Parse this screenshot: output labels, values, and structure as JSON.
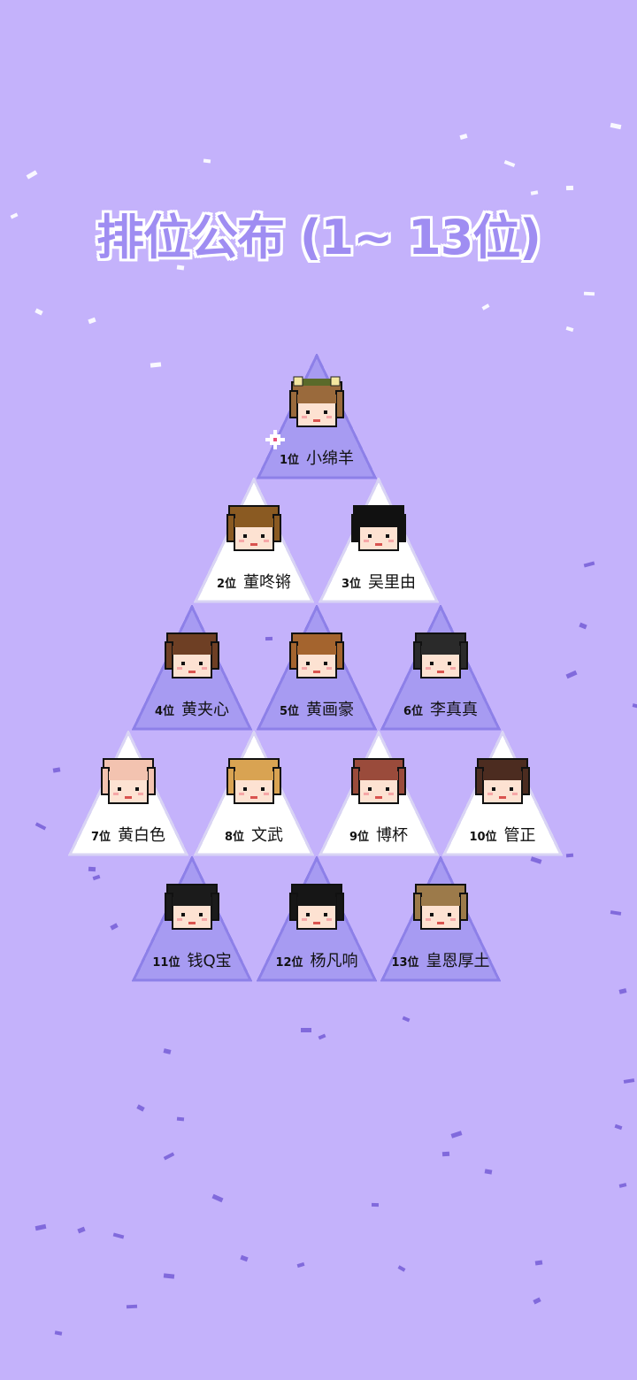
{
  "screen": {
    "title": "排位公布 (1~ 13位)",
    "background_color": "#c4b2fb"
  },
  "rankings": [
    {
      "rank": "1位",
      "name": "小绵羊",
      "tile_style": "purple",
      "hair_color": "#9a6a3c",
      "icon": "sheep-idol-avatar-icon",
      "badge": "star-sparkle-icon"
    },
    {
      "rank": "2位",
      "name": "董咚锵",
      "tile_style": "white",
      "hair_color": "#8a5a22",
      "icon": "idol-avatar-icon"
    },
    {
      "rank": "3位",
      "name": "吴里由",
      "tile_style": "white",
      "hair_color": "#111111",
      "icon": "idol-avatar-icon"
    },
    {
      "rank": "4位",
      "name": "黄夹心",
      "tile_style": "purple",
      "hair_color": "#6e3f24",
      "icon": "idol-avatar-icon"
    },
    {
      "rank": "5位",
      "name": "黄画豪",
      "tile_style": "purple",
      "hair_color": "#a4642e",
      "icon": "idol-avatar-icon"
    },
    {
      "rank": "6位",
      "name": "李真真",
      "tile_style": "purple",
      "hair_color": "#2a2a2a",
      "icon": "idol-avatar-icon"
    },
    {
      "rank": "7位",
      "name": "黄白色",
      "tile_style": "white",
      "hair_color": "#f3c3b0",
      "icon": "idol-avatar-icon"
    },
    {
      "rank": "8位",
      "name": "文武",
      "tile_style": "white",
      "hair_color": "#d9a352",
      "icon": "idol-avatar-icon"
    },
    {
      "rank": "9位",
      "name": "博杯",
      "tile_style": "white",
      "hair_color": "#9a4b3b",
      "icon": "idol-avatar-icon"
    },
    {
      "rank": "10位",
      "name": "管正",
      "tile_style": "white",
      "hair_color": "#4c2c20",
      "icon": "idol-avatar-icon"
    },
    {
      "rank": "11位",
      "name": "钱Q宝",
      "tile_style": "purple",
      "hair_color": "#1b1b1b",
      "icon": "idol-avatar-icon"
    },
    {
      "rank": "12位",
      "name": "杨凡响",
      "tile_style": "purple",
      "hair_color": "#161616",
      "icon": "idol-avatar-icon"
    },
    {
      "rank": "13位",
      "name": "皇恩厚土",
      "tile_style": "purple",
      "hair_color": "#9c7a4a",
      "icon": "idol-avatar-icon"
    }
  ],
  "colors": {
    "tile_purple": "#a79bf2",
    "tile_purple_edge": "#8d80e8",
    "tile_white": "#ffffff",
    "tile_white_edge": "#d9d4f4",
    "skin": "#fde2d2",
    "confetti": "#7a62d8"
  }
}
